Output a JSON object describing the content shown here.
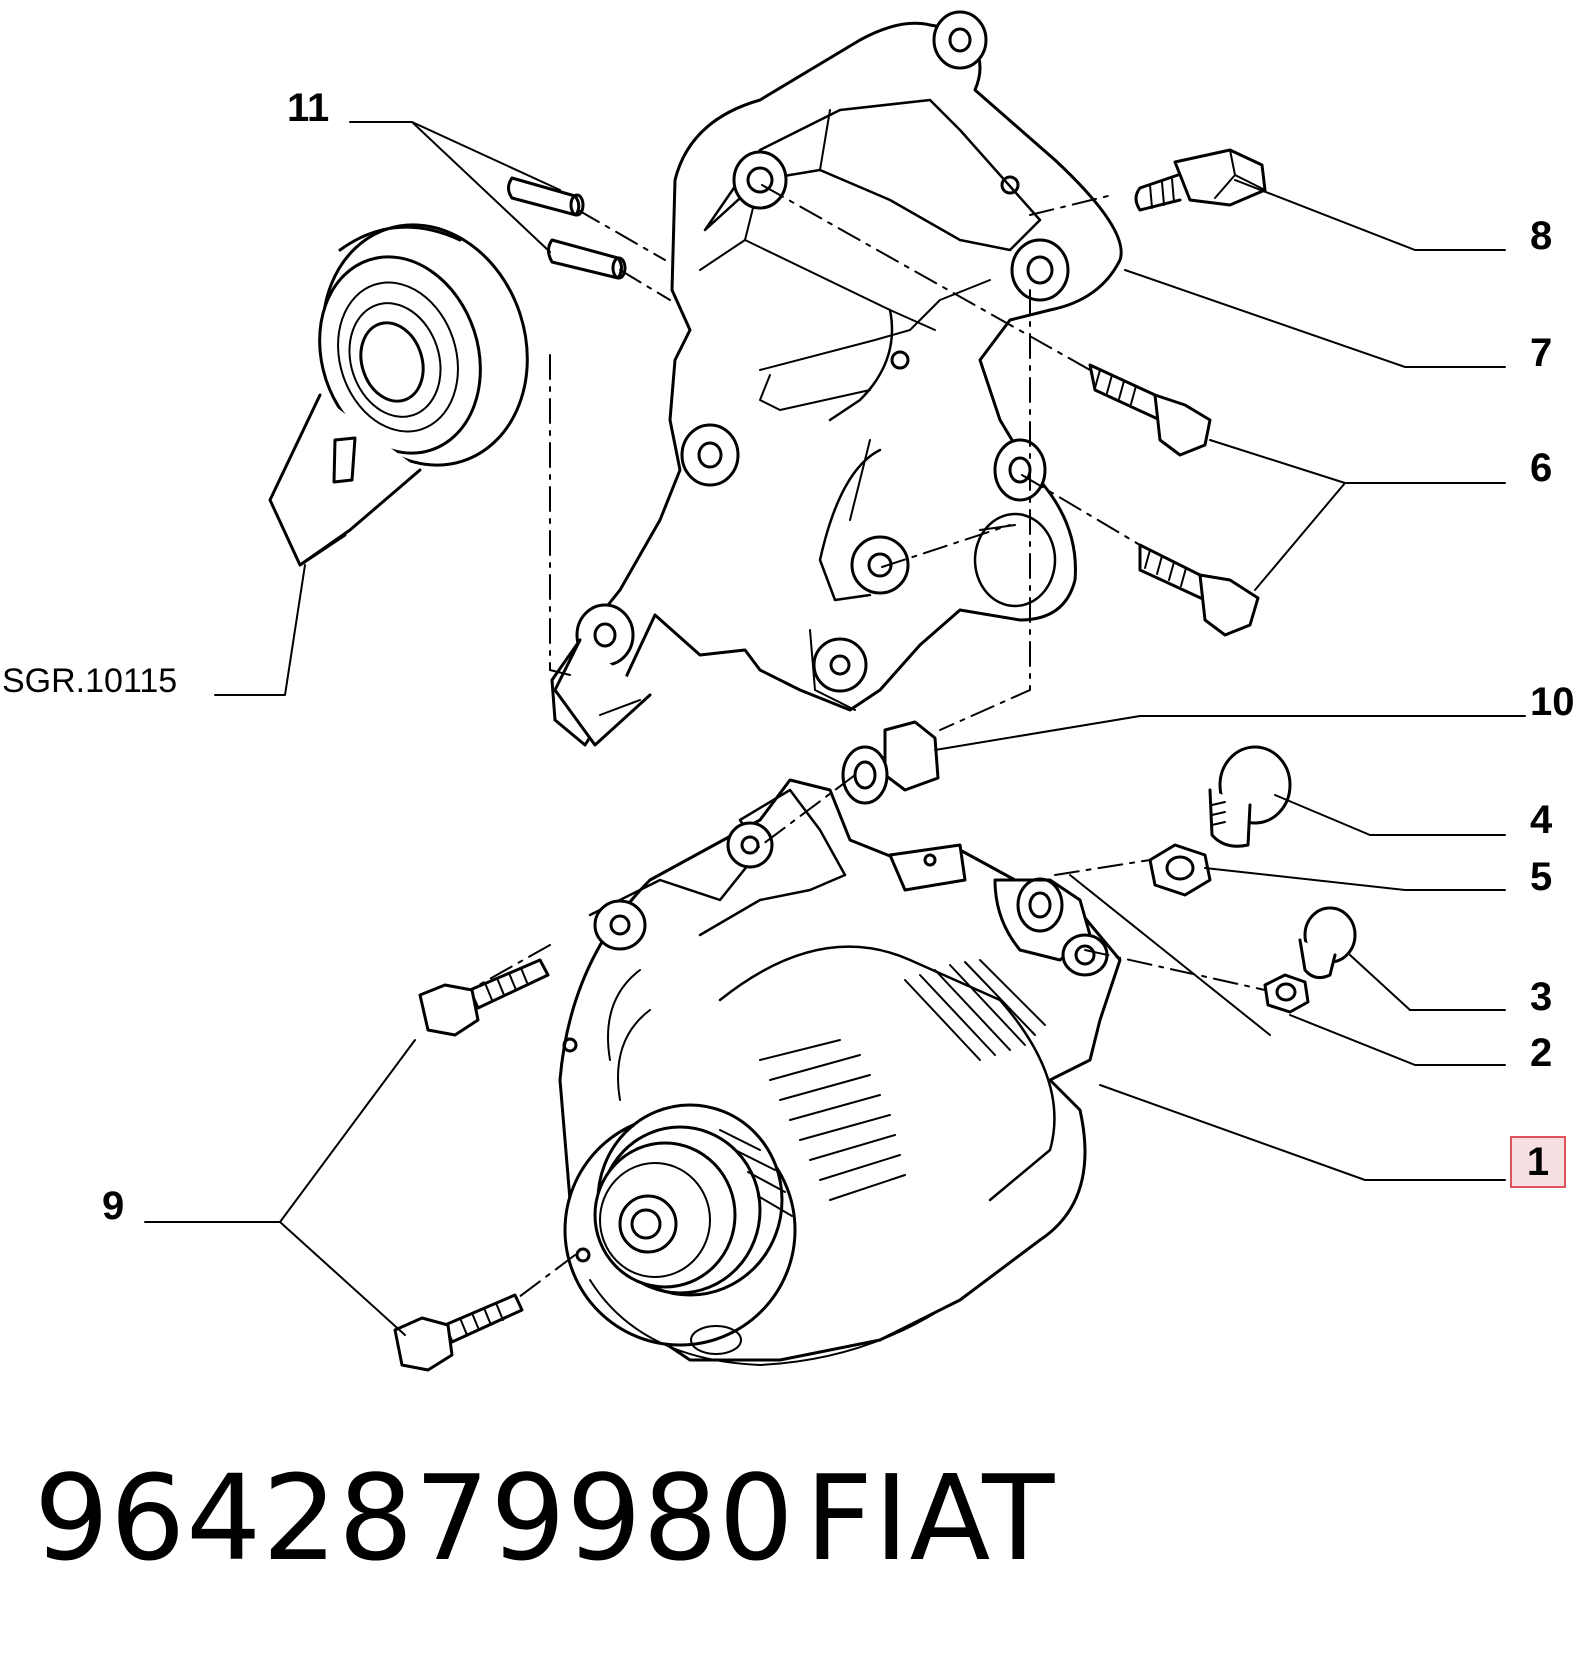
{
  "callouts": {
    "c11": "11",
    "c8": "8",
    "c7": "7",
    "c6": "6",
    "c10": "10",
    "c4": "4",
    "c5": "5",
    "c3": "3",
    "c2": "2",
    "c1": "1",
    "c9": "9"
  },
  "reference": "SGR.10115",
  "footer": {
    "part_number": "9642879980",
    "brand": "FIAT"
  },
  "colors": {
    "line": "#000000",
    "highlight_border": "#e0525c",
    "highlight_fill": "#f8dfe1"
  }
}
